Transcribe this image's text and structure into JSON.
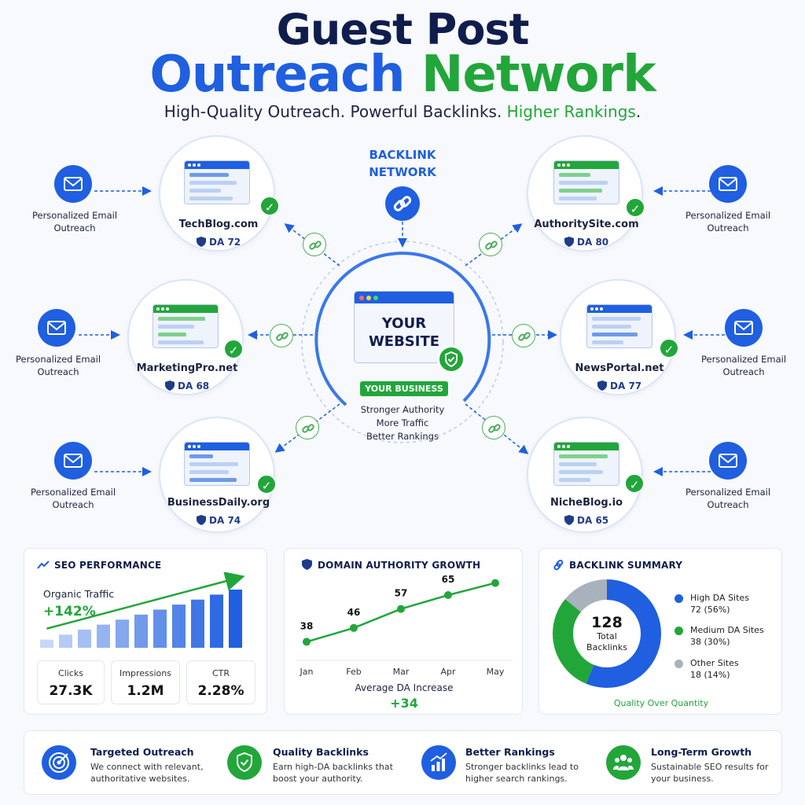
{
  "header": {
    "title_line1": "Guest Post",
    "title_line2_blue": "Outreach",
    "title_line2_green": "Network",
    "tagline_main": "High-Quality Outreach. Powerful Backlinks.",
    "tagline_green": "Higher Rankings",
    "tagline_end": "."
  },
  "hub": {
    "network_label_1": "BACKLINK",
    "network_label_2": "NETWORK",
    "website_line1": "YOUR",
    "website_line2": "WEBSITE",
    "business_badge": "YOUR BUSINESS",
    "benefits": [
      "Stronger Authority",
      "More Traffic",
      "Better Rankings"
    ]
  },
  "outreach_label_1": "Personalized Email",
  "outreach_label_2": "Outreach",
  "sites": [
    {
      "name": "TechBlog.com",
      "da": "DA 72",
      "theme": "blue"
    },
    {
      "name": "AuthoritySite.com",
      "da": "DA 80",
      "theme": "green"
    },
    {
      "name": "MarketingPro.net",
      "da": "DA 68",
      "theme": "green"
    },
    {
      "name": "NewsPortal.net",
      "da": "DA 77",
      "theme": "blue"
    },
    {
      "name": "BusinessDaily.org",
      "da": "DA 74",
      "theme": "blue"
    },
    {
      "name": "NicheBlog.io",
      "da": "DA 65",
      "theme": "green"
    }
  ],
  "seo": {
    "title": "SEO PERFORMANCE",
    "traffic_label": "Organic Traffic",
    "traffic_value": "+142%",
    "bars": [
      1,
      2,
      3,
      4,
      5,
      6,
      7,
      8,
      9,
      10,
      11
    ],
    "stats": [
      {
        "label": "Clicks",
        "value": "27.3K"
      },
      {
        "label": "Impressions",
        "value": "1.2M"
      },
      {
        "label": "CTR",
        "value": "2.28%"
      }
    ]
  },
  "chart_data": {
    "type": "line",
    "title": "DOMAIN AUTHORITY GROWTH",
    "categories": [
      "Jan",
      "Feb",
      "Mar",
      "Apr",
      "May"
    ],
    "values": [
      38,
      46,
      57,
      65,
      72
    ],
    "ylim": [
      30,
      80
    ],
    "footer_label": "Average DA Increase",
    "footer_value": "+34",
    "color": "#22a63a"
  },
  "backlink_summary": {
    "title": "BACKLINK SUMMARY",
    "total": "128",
    "total_label_1": "Total",
    "total_label_2": "Backlinks",
    "footer": "Quality Over Quantity",
    "segments": [
      {
        "name": "High DA Sites",
        "detail": "72 (56%)",
        "value": 72,
        "color": "#1f5fe0"
      },
      {
        "name": "Medium DA Sites",
        "detail": "38 (30%)",
        "value": 38,
        "color": "#22a63a"
      },
      {
        "name": "Other Sites",
        "detail": "18 (14%)",
        "value": 18,
        "color": "#a9b1bd"
      }
    ]
  },
  "features": [
    {
      "title": "Targeted Outreach",
      "desc1": "We connect with relevant,",
      "desc2": "authoritative websites.",
      "icon": "target-icon",
      "color": "#1f5fe0"
    },
    {
      "title": "Quality Backlinks",
      "desc1": "Earn high-DA backlinks that",
      "desc2": "boost your authority.",
      "icon": "shield-check-icon",
      "color": "#22a63a"
    },
    {
      "title": "Better Rankings",
      "desc1": "Stronger backlinks lead to",
      "desc2": "higher search rankings.",
      "icon": "bar-chart-icon",
      "color": "#1f5fe0"
    },
    {
      "title": "Long-Term Growth",
      "desc1": "Sustainable SEO results for",
      "desc2": "your business.",
      "icon": "team-icon",
      "color": "#22a63a"
    }
  ]
}
